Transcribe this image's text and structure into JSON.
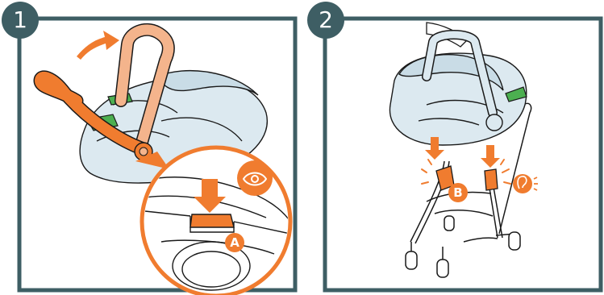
{
  "steps": [
    {
      "number": "1",
      "callouts": [
        {
          "letter": "A"
        }
      ],
      "icons": [
        "eye-icon",
        "arrow-right-curved-icon",
        "arrow-down-icon"
      ]
    },
    {
      "number": "2",
      "callouts": [
        {
          "letter": "B"
        }
      ],
      "icons": [
        "ear-icon",
        "arrow-down-icon",
        "arrow-down-icon"
      ]
    }
  ],
  "colors": {
    "frame": "#3e5e64",
    "accent_orange": "#f07c2f",
    "handle_light": "#f4b48c",
    "seat_blue": "#dce9f0",
    "latch_green": "#4caf50",
    "outline": "#1a1a1a"
  }
}
